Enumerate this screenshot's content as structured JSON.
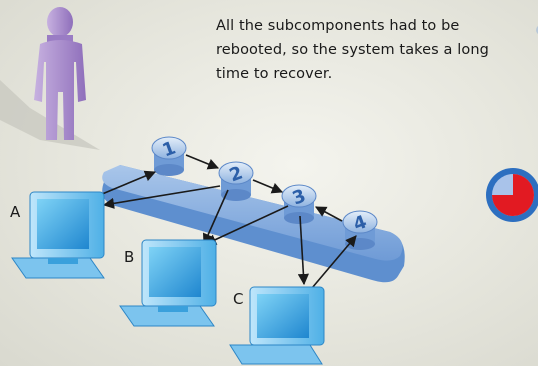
{
  "caption": "All the subcomponents had to be rebooted, so the system takes a long time to recover.",
  "computers": [
    {
      "label": "A"
    },
    {
      "label": "B"
    },
    {
      "label": "C"
    }
  ],
  "components": [
    {
      "label": "1"
    },
    {
      "label": "2"
    },
    {
      "label": "3"
    },
    {
      "label": "4"
    }
  ],
  "timer": {
    "elapsed_fraction": 0.75,
    "colors": {
      "elapsed": "#e21a22",
      "remaining": "#a9c3ea",
      "rim": "#2d6fc0"
    }
  },
  "colors": {
    "platform": "#7fa8dc",
    "monitor": "#3aa0dc",
    "person": "#a98ccc"
  }
}
